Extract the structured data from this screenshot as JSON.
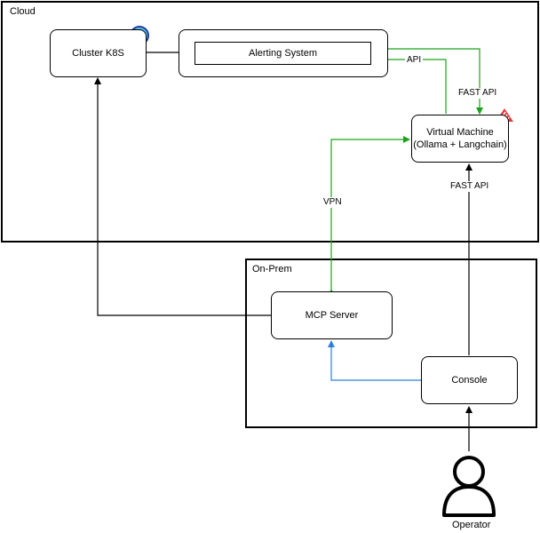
{
  "containers": {
    "cloud": "Cloud",
    "on_prem": "On-Prem"
  },
  "nodes": {
    "cluster": "Cluster K8S",
    "alerting": "Alerting System",
    "vm_line1": "Virtual Machine",
    "vm_line2": "(Ollama + Langchain)",
    "mcp": "MCP Server",
    "console": "Console",
    "operator": "Operator"
  },
  "edges": {
    "api": "API",
    "fast_api_top": "FAST API",
    "fast_api_bottom": "FAST API",
    "vpn": "VPN"
  },
  "icons": {
    "cluster_badge": "k8s-swirl-icon",
    "vm_badge": "red-stack-icon",
    "operator": "user-icon"
  },
  "colors": {
    "green": "#1aa31a",
    "blue": "#2f7fd6",
    "black": "#000000"
  }
}
